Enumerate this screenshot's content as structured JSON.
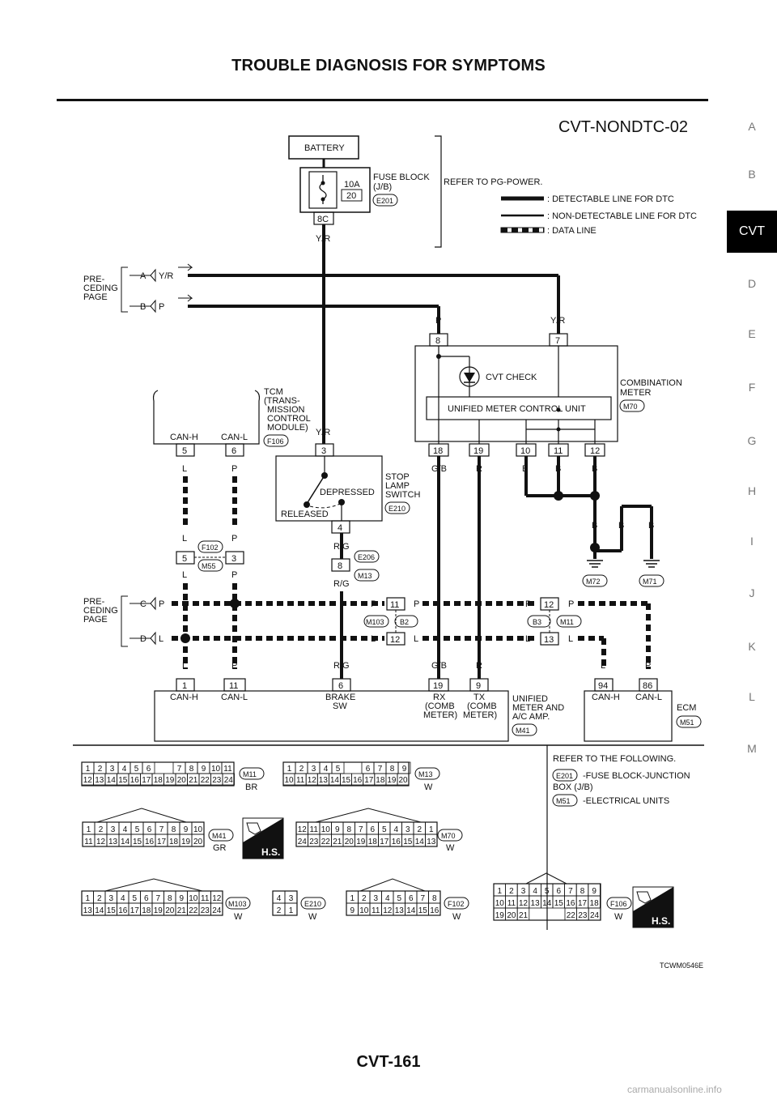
{
  "header": {
    "title": "TROUBLE DIAGNOSIS FOR SYMPTOMS"
  },
  "side_tabs": [
    "A",
    "B",
    "CVT",
    "D",
    "E",
    "F",
    "G",
    "H",
    "I",
    "J",
    "K",
    "L",
    "M"
  ],
  "active_tab": "CVT",
  "footer": {
    "page_number": "CVT-161",
    "watermark": "carmanualsonline.info"
  },
  "diagram": {
    "code": "CVT-NONDTC-02",
    "figure_id": "TCWM0546E",
    "battery": "BATTERY",
    "fuse": {
      "amp": "10A",
      "num": "20",
      "label1": "FUSE BLOCK",
      "label2": "(J/B)",
      "conn": "E201",
      "pin": "8C"
    },
    "refer_pg": "REFER TO PG-POWER.",
    "legend": [
      ": DETECTABLE LINE FOR DTC",
      ": NON-DETECTABLE LINE FOR DTC",
      ": DATA LINE"
    ],
    "preceding": [
      "PRE-",
      "CEDING",
      "PAGE"
    ],
    "arrows": {
      "A": "A",
      "B": "B",
      "C": "C",
      "D": "D"
    },
    "wires": {
      "yr": "Y/R",
      "p": "P",
      "l": "L",
      "gb": "G/B",
      "r": "R",
      "b": "B",
      "rg": "R/G"
    },
    "meter": {
      "lamp": "CVT CHECK",
      "unit": "UNIFIED METER CONTROL UNIT",
      "name1": "COMBINATION",
      "name2": "METER",
      "conn": "M70",
      "top_pins": [
        "8",
        "7"
      ],
      "bottom_pins": [
        "18",
        "19",
        "10",
        "11",
        "12"
      ]
    },
    "tcm": {
      "l1": "TCM",
      "l2": "(TRANS-",
      "l3": "MISSION",
      "l4": "CONTROL",
      "l5": "MODULE)",
      "conn": "F106",
      "canh": "CAN-H",
      "canl": "CAN-L",
      "pin_h": "5",
      "pin_l": "6"
    },
    "stop_lamp": {
      "l1": "STOP",
      "l2": "LAMP",
      "l3": "SWITCH",
      "conn": "E210",
      "depressed": "DEPRESSED",
      "released": "RELEASED",
      "pin_in": "3",
      "pin_out": "4"
    },
    "joint": {
      "f102": "F102",
      "m55": "M55",
      "pin5": "5",
      "pin3": "3",
      "e206": "E206",
      "m13": "M13",
      "pin8": "8",
      "m103": "M103",
      "b2": "B2",
      "b3": "B3",
      "m11": "M11",
      "p11": "11",
      "p12a": "12",
      "p12b": "12",
      "p13": "13"
    },
    "grounds": [
      "M72",
      "M71"
    ],
    "unified": {
      "l1": "UNIFIED",
      "l2": "METER AND",
      "l3": "A/C AMP.",
      "conn": "M41",
      "pins": [
        "1",
        "11",
        "6",
        "19",
        "9"
      ],
      "canh": "CAN-H",
      "canl": "CAN-L",
      "brake1": "BRAKE",
      "brake2": "SW",
      "rx1": "RX",
      "rx2": "(COMB",
      "rx3": "METER)",
      "tx1": "TX",
      "tx2": "(COMB",
      "tx3": "METER)"
    },
    "ecm": {
      "name": "ECM",
      "conn": "M51",
      "pins": [
        "94",
        "86"
      ],
      "canh": "CAN-H",
      "canl": "CAN-L"
    },
    "refer_following": {
      "title": "REFER TO THE FOLLOWING.",
      "e201": "E201",
      "e201_desc1": "-FUSE BLOCK-JUNCTION",
      "e201_desc2": "BOX (J/B)",
      "m51": "M51",
      "m51_desc": "-ELECTRICAL UNITS"
    },
    "connectors": [
      {
        "id": "M11",
        "color": "BR"
      },
      {
        "id": "M13",
        "color": "W"
      },
      {
        "id": "M41",
        "color": "GR"
      },
      {
        "id": "M70",
        "color": "W"
      },
      {
        "id": "M103",
        "color": "W"
      },
      {
        "id": "E210",
        "color": "W"
      },
      {
        "id": "F102",
        "color": "W"
      },
      {
        "id": "F106",
        "color": "W"
      }
    ],
    "hs_badge": "H.S.",
    "connector_faces": {
      "m11_top": [
        "1",
        "2",
        "3",
        "4",
        "5",
        "6",
        "7",
        "8",
        "9",
        "10",
        "11"
      ],
      "m11_bot": [
        "12",
        "13",
        "14",
        "15",
        "16",
        "17",
        "18",
        "19",
        "20",
        "21",
        "22",
        "23",
        "24"
      ],
      "m13_top": [
        "1",
        "2",
        "3",
        "4",
        "5",
        "6",
        "7",
        "8",
        "9"
      ],
      "m13_bot": [
        "10",
        "11",
        "12",
        "13",
        "14",
        "15",
        "16",
        "17",
        "18",
        "19",
        "20"
      ],
      "m41_top": [
        "1",
        "2",
        "3",
        "4",
        "5",
        "6",
        "7",
        "8",
        "9",
        "10"
      ],
      "m41_bot": [
        "11",
        "12",
        "13",
        "14",
        "15",
        "16",
        "17",
        "18",
        "19",
        "20"
      ],
      "m70_top": [
        "12",
        "11",
        "10",
        "9",
        "8",
        "7",
        "6",
        "5",
        "4",
        "3",
        "2",
        "1"
      ],
      "m70_bot": [
        "24",
        "23",
        "22",
        "21",
        "20",
        "19",
        "18",
        "17",
        "16",
        "15",
        "14",
        "13"
      ],
      "m103_top": [
        "1",
        "2",
        "3",
        "4",
        "5",
        "6",
        "7",
        "8",
        "9",
        "10",
        "11",
        "12"
      ],
      "m103_bot": [
        "13",
        "14",
        "15",
        "16",
        "17",
        "18",
        "19",
        "20",
        "21",
        "22",
        "23",
        "24"
      ],
      "e210_top": [
        "4",
        "3"
      ],
      "e210_bot": [
        "2",
        "1"
      ],
      "f102_top": [
        "1",
        "2",
        "3",
        "4",
        "5",
        "6",
        "7",
        "8"
      ],
      "f102_bot": [
        "9",
        "10",
        "11",
        "12",
        "13",
        "14",
        "15",
        "16"
      ],
      "f106_r1": [
        "1",
        "2",
        "3",
        "4",
        "5",
        "6",
        "7",
        "8",
        "9"
      ],
      "f106_r2": [
        "10",
        "11",
        "12",
        "13",
        "14",
        "15",
        "16",
        "17",
        "18"
      ],
      "f106_r3a": [
        "19",
        "20",
        "21"
      ],
      "f106_r3b": [
        "22",
        "23",
        "24"
      ]
    }
  }
}
